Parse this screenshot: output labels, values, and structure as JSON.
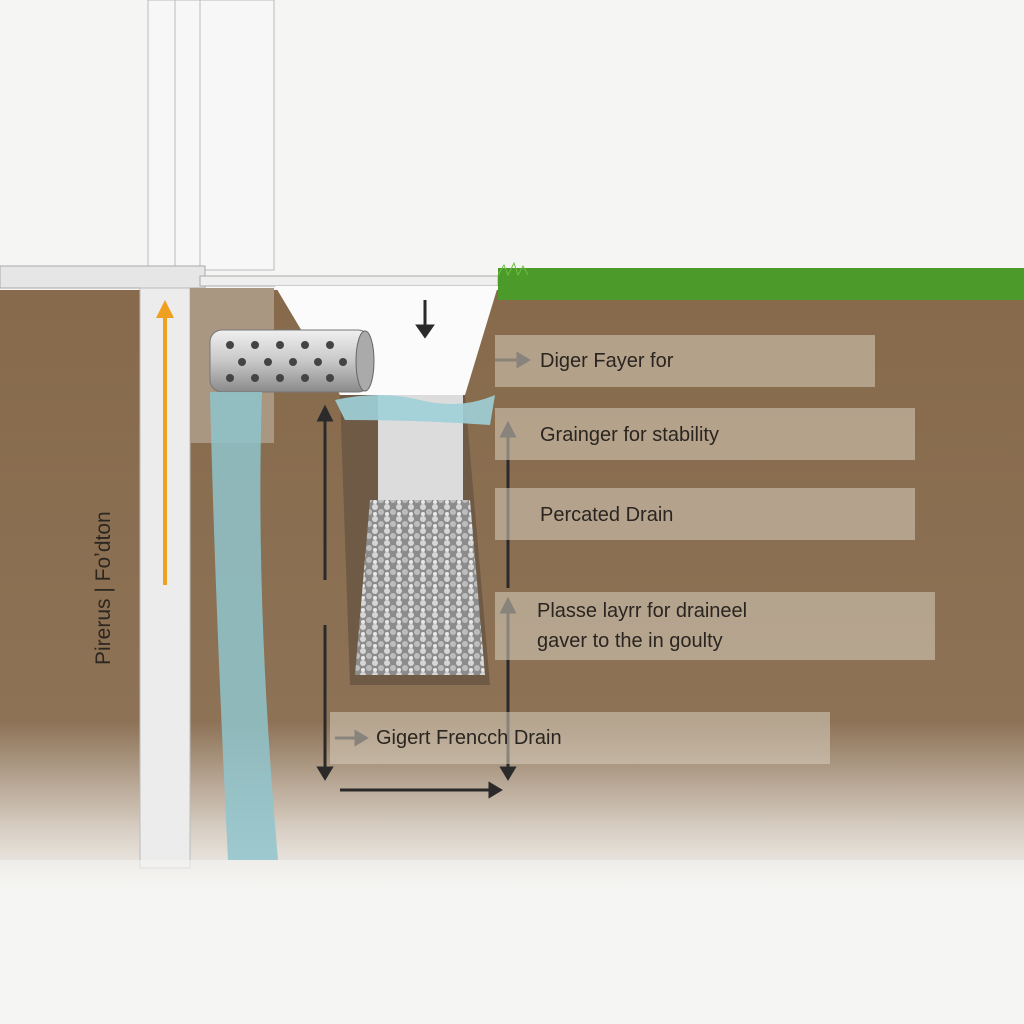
{
  "labels": {
    "top": "Diger Fayer for",
    "stability": "Grainger for stability",
    "drain": "Percated Drain",
    "layer_line1": "Plasse layrr for draineel",
    "layer_line2": "gaver to the  in goulty",
    "french": "Gigert Frencch Drain",
    "vertical": "Pirerus | Foʼdton"
  },
  "colors": {
    "soil": "#8a6e4f",
    "grass": "#4c9a2a",
    "water": "#8fc4cc",
    "arrow_orange": "#f0a020"
  }
}
